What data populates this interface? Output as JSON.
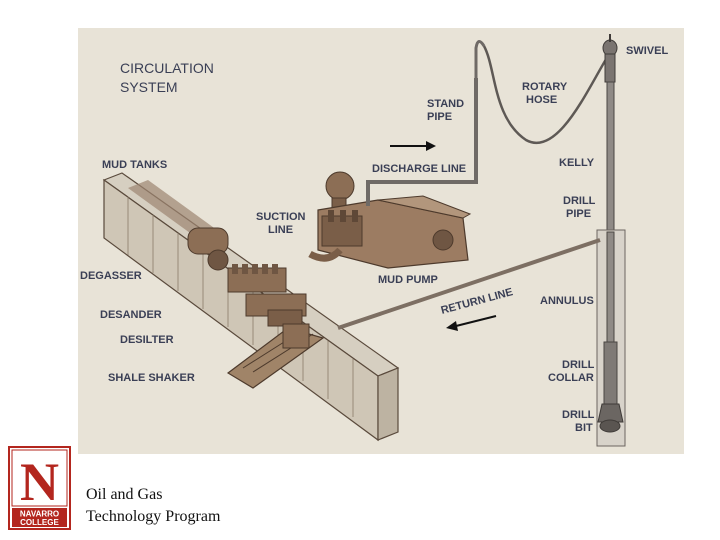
{
  "diagram": {
    "title_line1": "CIRCULATION",
    "title_line2": "SYSTEM",
    "labels": {
      "swivel": "SWIVEL",
      "stand_pipe_1": "STAND",
      "stand_pipe_2": "PIPE",
      "rotary_hose_1": "ROTARY",
      "rotary_hose_2": "HOSE",
      "mud_tanks": "MUD TANKS",
      "discharge_line": "DISCHARGE LINE",
      "kelly": "KELLY",
      "suction_line_1": "SUCTION",
      "suction_line_2": "LINE",
      "drill_pipe_1": "DRILL",
      "drill_pipe_2": "PIPE",
      "degasser": "DEGASSER",
      "mud_pump": "MUD PUMP",
      "return_line": "RETURN LINE",
      "annulus": "ANNULUS",
      "desander": "DESANDER",
      "desilter": "DESILTER",
      "drill_collar_1": "DRILL",
      "drill_collar_2": "COLLAR",
      "shale_shaker": "SHALE SHAKER",
      "drill_bit_1": "DRILL",
      "drill_bit_2": "BIT"
    }
  },
  "logo": {
    "letter": "N",
    "line1": "NAVARRO",
    "line2": "COLLEGE",
    "color": "#b3261e"
  },
  "footer": {
    "line1": "Oil and Gas",
    "line2": "Technology Program"
  },
  "colors": {
    "background": "#e8e3d7",
    "ink": "#3a3f55",
    "equipment": "#8c6e55"
  }
}
